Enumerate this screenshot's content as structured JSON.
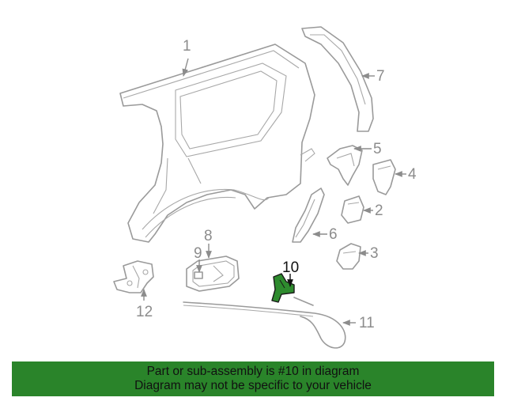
{
  "callouts": [
    "1",
    "2",
    "3",
    "4",
    "5",
    "6",
    "7",
    "8",
    "9",
    "10",
    "11",
    "12"
  ],
  "highlight_callout": "10",
  "highlight_color": "#2a842a",
  "banner": {
    "line1": "Part or sub-assembly is #10 in diagram",
    "line2": "Diagram may not be specific to your vehicle"
  }
}
